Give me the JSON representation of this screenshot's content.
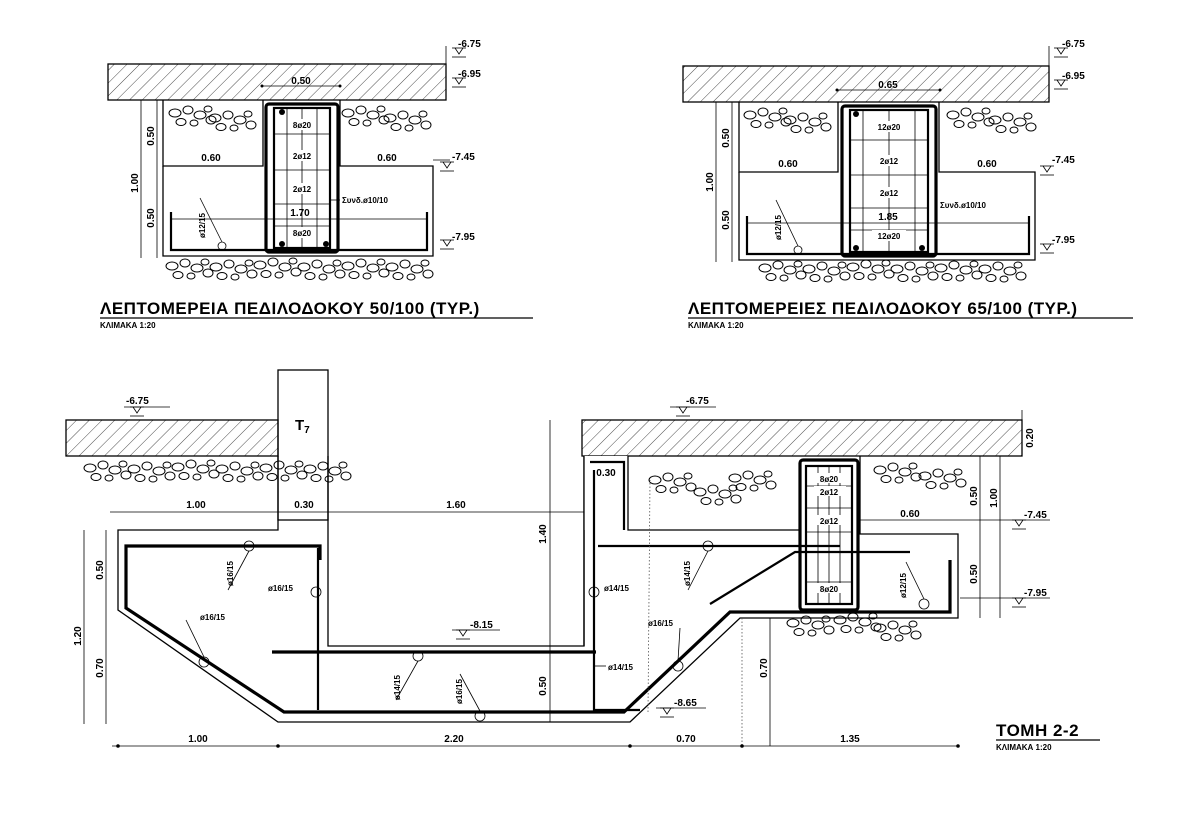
{
  "detail1": {
    "title": "ΛΕΠΤΟΜΕΡΕΙΑ ΠΕΔΙΛΟΔΟΚΟΥ 50/100 (TYP.)",
    "scale": "ΚΛΙΜΑΚΑ 1:20",
    "levels": [
      "-6.75",
      "-6.95",
      "-7.45",
      "-7.95"
    ],
    "dims": {
      "top_width": "0.50",
      "left": "0.60",
      "right": "0.60",
      "bottom": "1.70",
      "h_total": "1.00",
      "h_upper": "0.50",
      "h_lower": "0.50"
    },
    "rebar": [
      "8ø20",
      "2ø12",
      "2ø12",
      "8ø20"
    ],
    "stirrups": "Συνδ.ø10/10",
    "bottom_bar": "ø12/15"
  },
  "detail2": {
    "title": "ΛΕΠΤΟΜΕΡΕΙΕΣ ΠΕΔΙΛΟΔΟΚΟΥ 65/100 (TYP.)",
    "scale": "ΚΛΙΜΑΚΑ 1:20",
    "levels": [
      "-6.75",
      "-6.95",
      "-7.45",
      "-7.95"
    ],
    "dims": {
      "top_width": "0.65",
      "left": "0.60",
      "right": "0.60",
      "bottom": "1.85",
      "h_total": "1.00",
      "h_upper": "0.50",
      "h_lower": "0.50"
    },
    "rebar": [
      "12ø20",
      "2ø12",
      "2ø12",
      "12ø20"
    ],
    "stirrups": "Συνδ.ø10/10",
    "bottom_bar": "ø12/15"
  },
  "section": {
    "title": "ΤΟΜΗ 2-2",
    "scale": "ΚΛΙΜΑΚΑ 1:20",
    "column_label": "T",
    "column_sub": "7",
    "levels": {
      "top_left": "-6.75",
      "top_right": "-6.75",
      "mid_bottom": "-8.15",
      "deep": "-8.65",
      "beam_mid": "-7.45",
      "beam_bottom": "-7.95"
    },
    "dims": {
      "left_width": "1.00",
      "col_width": "0.30",
      "pit_width": "1.60",
      "wall_width": "0.30",
      "beam_right": "0.60",
      "h_140": "1.40",
      "h_050_mid": "0.50",
      "left_h_total": "1.20",
      "left_h_upper": "0.50",
      "left_h_lower": "0.70",
      "right_h_total": "1.00",
      "right_h_upper": "0.50",
      "right_h_lower": "0.50",
      "slab": "0.20",
      "right_070": "0.70",
      "bottom_1": "1.00",
      "bottom_2": "2.20",
      "bottom_3": "0.70",
      "bottom_4": "1.35"
    },
    "bars": {
      "b1": "ø16/15",
      "b2": "ø16/15",
      "b3": "ø16/15",
      "b4": "ø14/15",
      "b5": "ø14/15",
      "b6": "ø16/15",
      "b7": "ø14/15",
      "b8": "ø14/15",
      "b9": "ø16/15",
      "b10": "ø12/15"
    },
    "beam_rebar": [
      "8ø20",
      "2ø12",
      "2ø12",
      "8ø20"
    ]
  }
}
